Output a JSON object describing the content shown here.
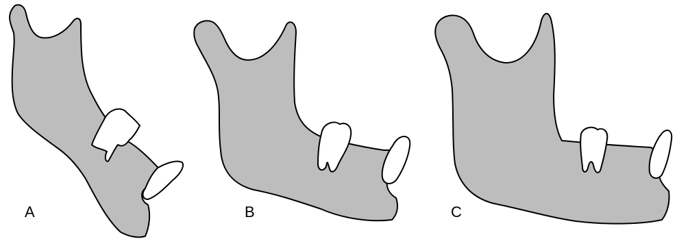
{
  "panels": [
    {
      "label": "A"
    },
    {
      "label": "B"
    },
    {
      "label": "C"
    }
  ],
  "colors": {
    "bone": "#bdbdbd",
    "tooth": "#ffffff",
    "outline": "#000000",
    "background": "#ffffff"
  }
}
